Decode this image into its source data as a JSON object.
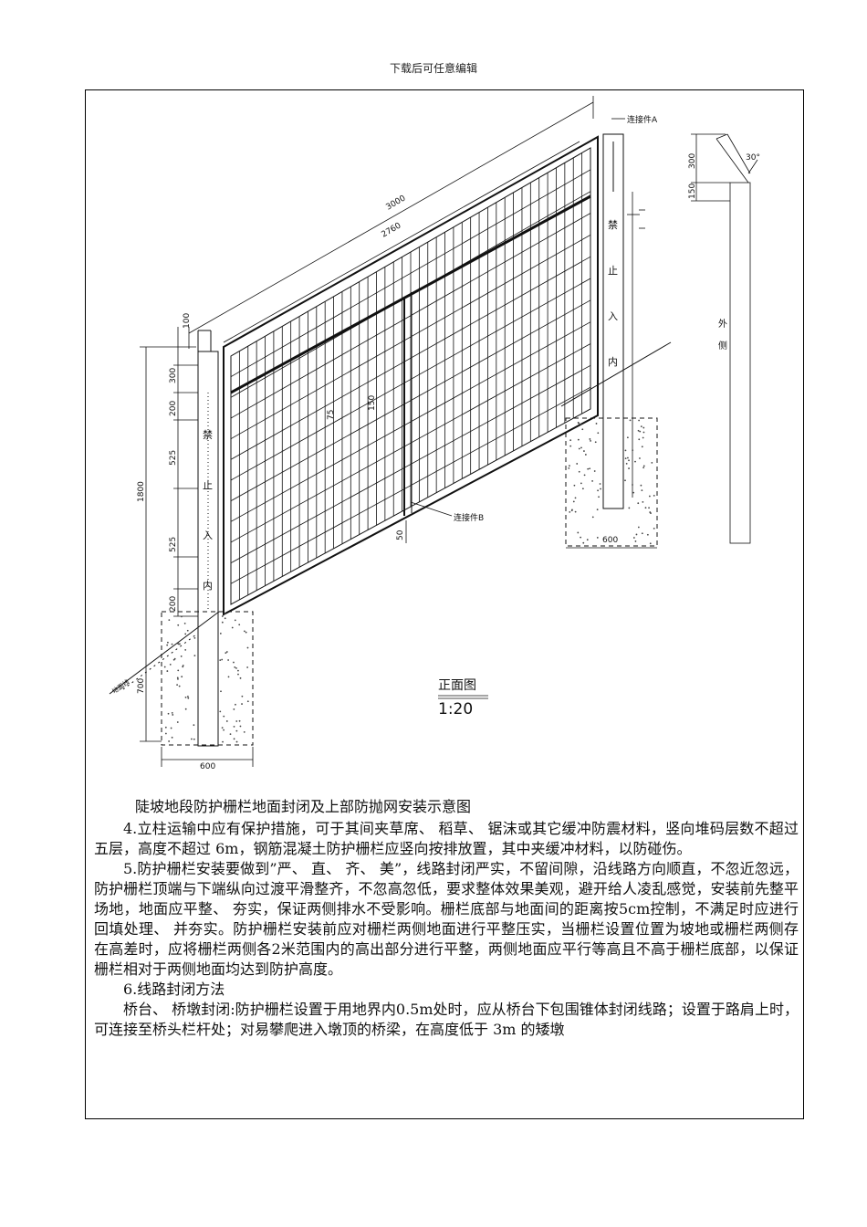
{
  "header_note": "下载后可任意编辑",
  "drawing": {
    "dim_3000": "3000",
    "dim_2760": "2760",
    "dim_100": "100",
    "dim_300": "300",
    "dim_200a": "200",
    "dim_525a": "525",
    "dim_1800": "1800",
    "dim_525b": "525",
    "dim_200b": "200",
    "dim_700": "700",
    "dim_600_left": "600",
    "dim_600_right": "600",
    "dim_50": "50",
    "dim_75": "75",
    "dim_150": "150",
    "side_300": "300",
    "side_150": "150",
    "side_angle": "30°",
    "label_a": "连接件A",
    "label_b": "连接件B",
    "post_text": [
      "禁",
      "止",
      "入",
      "内"
    ],
    "side_text": [
      "外",
      "侧"
    ],
    "title": "正面图",
    "scale": "1:20",
    "slope": "地面线"
  },
  "caption": "陡坡地段防护栅栏地面封闭及上部防抛网安装示意图",
  "paragraphs": [
    "4.立柱运输中应有保护措施，可于其间夹草席、 稻草、 锯沫或其它缓冲防震材料，竖向堆码层数不超过五层，高度不超过 6m，钢筋混凝土防护栅栏应竖向按排放置，其中夹缓冲材料，以防碰伤。",
    "5.防护栅栏安装要做到”严、 直、 齐、 美”，线路封闭严实，不留间隙，沿线路方向顺直，不忽近忽远，防护栅栏顶端与下端纵向过渡平滑整齐，不忽高忽低，要求整体效果美观，避开给人凌乱感觉，安装前先整平场地，地面应平整、 夯实，保证两侧排水不受影响。栅栏底部与地面间的距离按5cm控制，不满足时应进行回填处理、 并夯实。防护栅栏安装前应对栅栏两侧地面进行平整压实，当栅栏设置位置为坡地或栅栏两侧存在高差时，应将栅栏两侧各2米范围内的高出部分进行平整，两侧地面应平行等高且不高于栅栏底部，以保证栅栏相对于两侧地面均达到防护高度。",
    "6.线路封闭方法",
    "桥台、 桥墩封闭:防护栅栏设置于用地界内0.5m处时，应从桥台下包围锥体封闭线路；设置于路肩上时，可连接至桥头栏杆处；对易攀爬进入墩顶的桥梁，在高度低于 3m 的矮墩"
  ]
}
